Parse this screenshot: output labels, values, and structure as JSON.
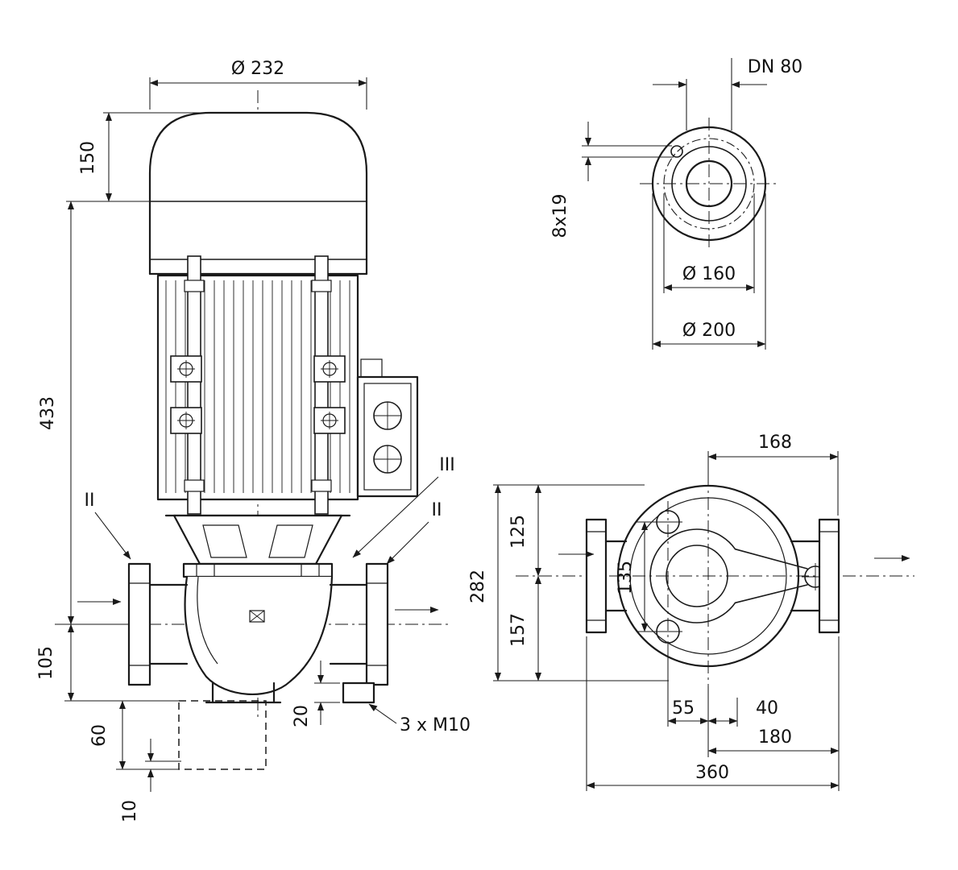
{
  "colors": {
    "line": "#1a1a1a",
    "background": "#ffffff"
  },
  "front_view": {
    "dims": {
      "top_width": "Ø 232",
      "motor_top": "150",
      "axis_height": "433",
      "axis_to_foot": "105",
      "foundation_height": "60",
      "plate_thickness": "10",
      "foot_height": "20",
      "foot_thread": "3 x M10"
    },
    "labels": {
      "section_left": "II",
      "section_right": "II",
      "section_detail": "III"
    }
  },
  "flange_view": {
    "dims": {
      "nominal": "DN 80",
      "bolt_holes": "8x19",
      "bolt_circle": "Ø 160",
      "outer": "Ø 200"
    }
  },
  "plan_view": {
    "dims": {
      "width_right": "168",
      "depth_total": "282",
      "depth_upper": "125",
      "port_spacing": "135",
      "depth_lower": "157",
      "offset_55": "55",
      "offset_40": "40",
      "center_to_flange": "180",
      "width_total": "360"
    }
  }
}
